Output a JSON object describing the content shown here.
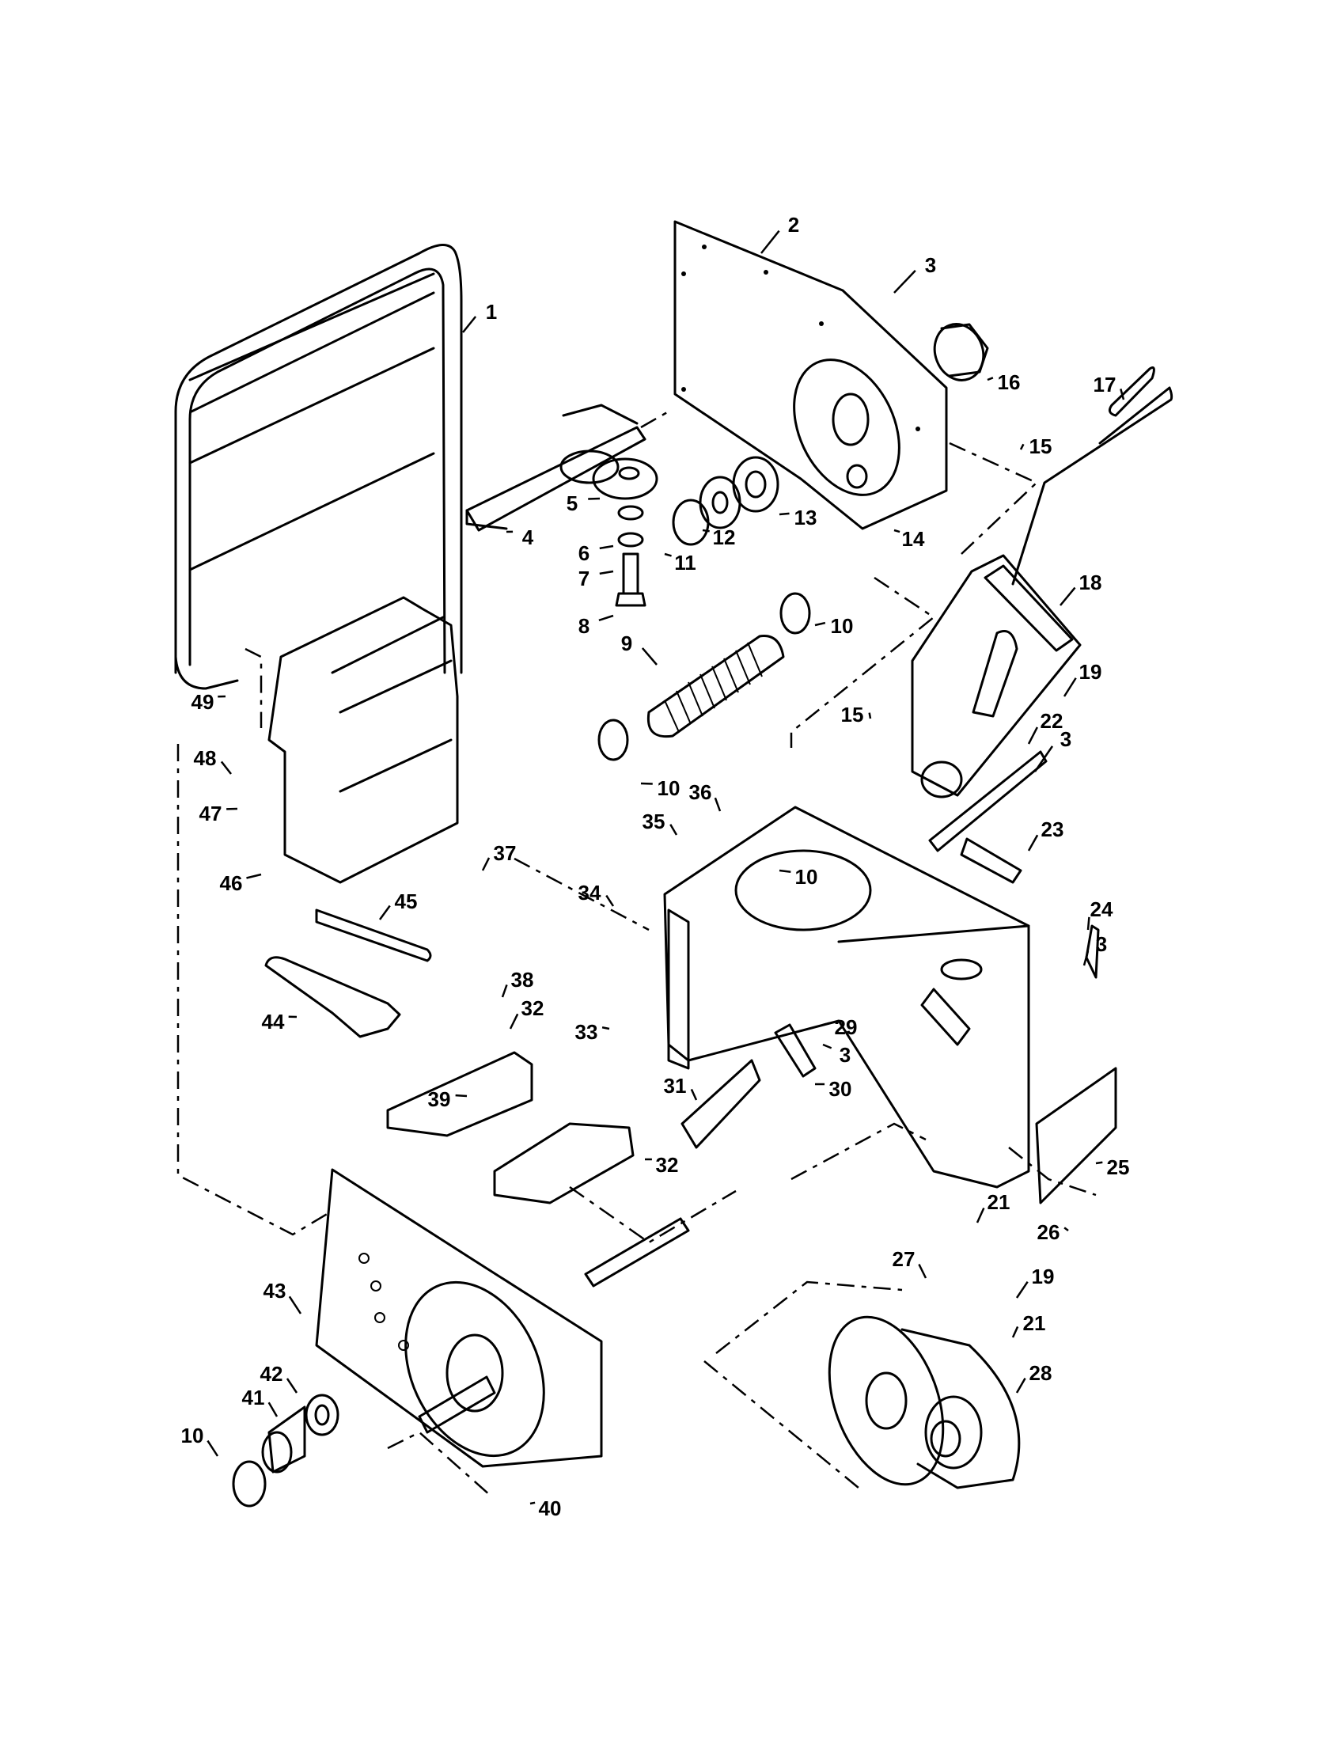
{
  "diagram": {
    "type": "exploded-parts-diagram",
    "callouts": [
      {
        "id": "c1",
        "label": "1",
        "part": "handle-frame"
      },
      {
        "id": "c2",
        "label": "2",
        "part": "side-plate"
      },
      {
        "id": "c3a",
        "label": "3",
        "part": "screw"
      },
      {
        "id": "c3b",
        "label": "3",
        "part": "screw"
      },
      {
        "id": "c3c",
        "label": "3",
        "part": "screw"
      },
      {
        "id": "c3d",
        "label": "3",
        "part": "screw"
      },
      {
        "id": "c4",
        "label": "4",
        "part": "idler-bracket"
      },
      {
        "id": "c5",
        "label": "5",
        "part": "idler-pulley"
      },
      {
        "id": "c6",
        "label": "6",
        "part": "washer"
      },
      {
        "id": "c7",
        "label": "7",
        "part": "washer"
      },
      {
        "id": "c8",
        "label": "8",
        "part": "bolt"
      },
      {
        "id": "c9",
        "label": "9",
        "part": "bellows-boot"
      },
      {
        "id": "c10a",
        "label": "10",
        "part": "hose-clamp"
      },
      {
        "id": "c10b",
        "label": "10",
        "part": "hose-clamp"
      },
      {
        "id": "c10c",
        "label": "10",
        "part": "hose-clamp"
      },
      {
        "id": "c10d",
        "label": "10",
        "part": "hose-clamp"
      },
      {
        "id": "c11",
        "label": "11",
        "part": "lock-washer"
      },
      {
        "id": "c12",
        "label": "12",
        "part": "flat-washer"
      },
      {
        "id": "c13",
        "label": "13",
        "part": "bearing"
      },
      {
        "id": "c14",
        "label": "14",
        "part": "nut"
      },
      {
        "id": "c15a",
        "label": "15",
        "part": "nut"
      },
      {
        "id": "c15b",
        "label": "15",
        "part": "nut"
      },
      {
        "id": "c16",
        "label": "16",
        "part": "bushing"
      },
      {
        "id": "c17",
        "label": "17",
        "part": "grip"
      },
      {
        "id": "c18",
        "label": "18",
        "part": "shift-plate"
      },
      {
        "id": "c19a",
        "label": "19",
        "part": "washer"
      },
      {
        "id": "c19b",
        "label": "19",
        "part": "washer"
      },
      {
        "id": "c21a",
        "label": "21",
        "part": "nut"
      },
      {
        "id": "c21b",
        "label": "21",
        "part": "nut"
      },
      {
        "id": "c22",
        "label": "22",
        "part": "rod"
      },
      {
        "id": "c23",
        "label": "23",
        "part": "bracket"
      },
      {
        "id": "c24",
        "label": "24",
        "part": "bracket"
      },
      {
        "id": "c25",
        "label": "25",
        "part": "cover-plate"
      },
      {
        "id": "c26",
        "label": "26",
        "part": "screw"
      },
      {
        "id": "c27",
        "label": "27",
        "part": "lever"
      },
      {
        "id": "c28",
        "label": "28",
        "part": "clutch-housing"
      },
      {
        "id": "c29",
        "label": "29",
        "part": "nut"
      },
      {
        "id": "c30",
        "label": "30",
        "part": "bracket"
      },
      {
        "id": "c31",
        "label": "31",
        "part": "guide"
      },
      {
        "id": "c32a",
        "label": "32",
        "part": "bracket"
      },
      {
        "id": "c32b",
        "label": "32",
        "part": "bracket"
      },
      {
        "id": "c33",
        "label": "33",
        "part": "nut"
      },
      {
        "id": "c34",
        "label": "34",
        "part": "bolt"
      },
      {
        "id": "c35",
        "label": "35",
        "part": "washer"
      },
      {
        "id": "c36",
        "label": "36",
        "part": "frame"
      },
      {
        "id": "c37",
        "label": "37",
        "part": "shaft"
      },
      {
        "id": "c38",
        "label": "38",
        "part": "bolt"
      },
      {
        "id": "c39",
        "label": "39",
        "part": "screw"
      },
      {
        "id": "c40",
        "label": "40",
        "part": "screw"
      },
      {
        "id": "c41",
        "label": "41",
        "part": "coupler"
      },
      {
        "id": "c42",
        "label": "42",
        "part": "bearing"
      },
      {
        "id": "c43",
        "label": "43",
        "part": "transmission-plate"
      },
      {
        "id": "c44",
        "label": "44",
        "part": "arm"
      },
      {
        "id": "c45",
        "label": "45",
        "part": "bar"
      },
      {
        "id": "c46",
        "label": "46",
        "part": "cover"
      },
      {
        "id": "c47",
        "label": "47",
        "part": "washer"
      },
      {
        "id": "c48",
        "label": "48",
        "part": "nut"
      },
      {
        "id": "c49",
        "label": "49",
        "part": "screw"
      }
    ]
  }
}
